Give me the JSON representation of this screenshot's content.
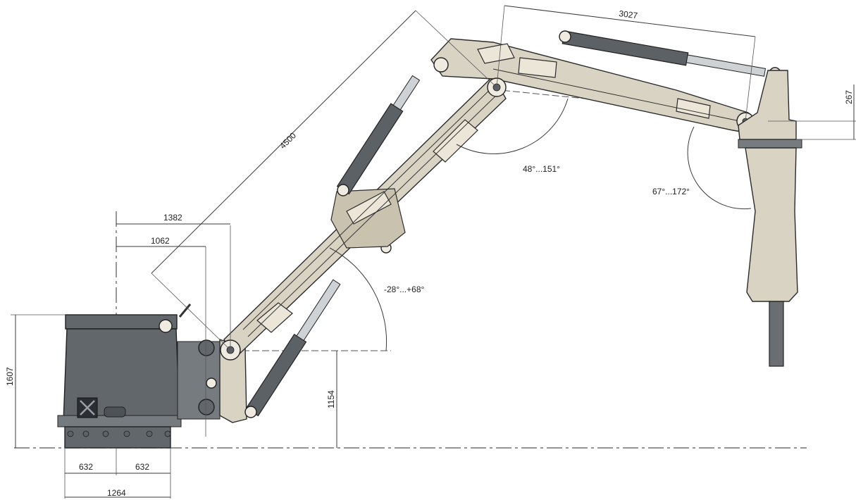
{
  "dimensions": {
    "reach_diagonal": "4500",
    "top_span": "3027",
    "hammer_offset": "267",
    "pivot_x_outer": "1382",
    "pivot_x_inner": "1062",
    "base_height": "1607",
    "pivot_height": "1154",
    "half_width_left": "632",
    "half_width_right": "632",
    "total_width": "1264"
  },
  "angles": {
    "boom_range": "-28°...+68°",
    "stick_range": "48°...151°",
    "hammer_range": "67°...172°"
  },
  "colors": {
    "arm": "#d9d3c3",
    "cylinder": "#5c6166",
    "base": "#62676b",
    "line": "#3a3a3a"
  }
}
